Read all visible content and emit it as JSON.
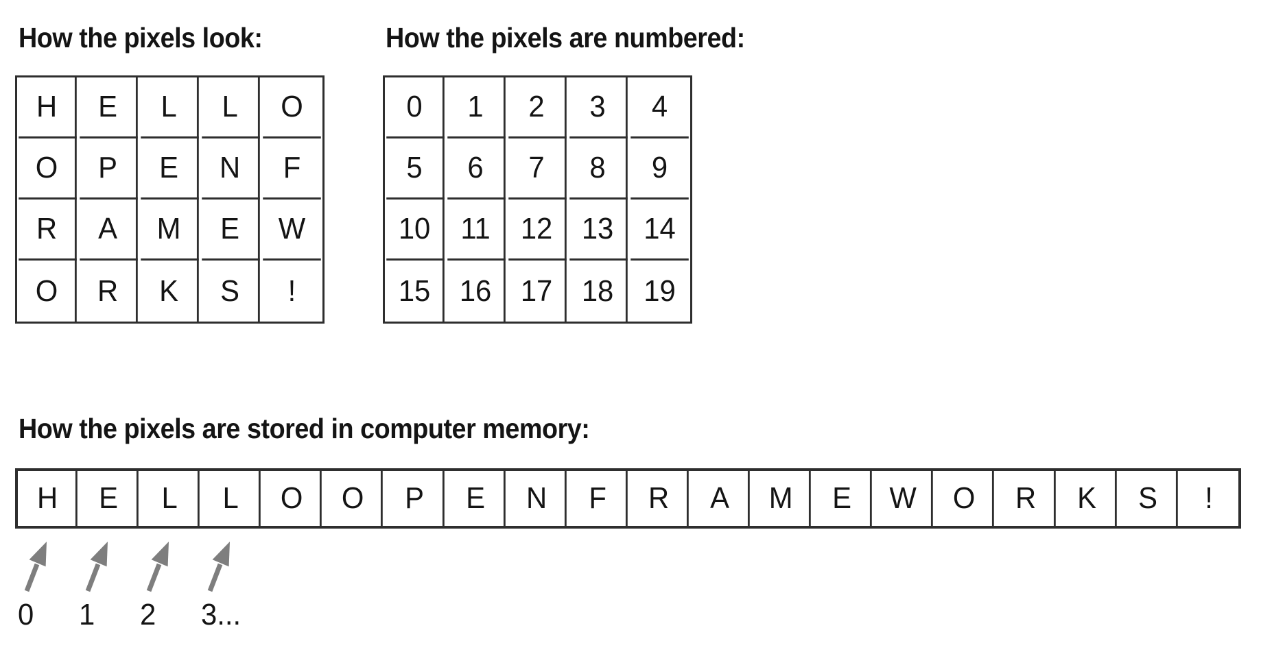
{
  "colors": {
    "background": "#ffffff",
    "text": "#141414",
    "border": "#2e2e2e",
    "arrow": "#7e7e7e"
  },
  "sections": {
    "look": {
      "title": "How the pixels look:",
      "cells": [
        "H",
        "E",
        "L",
        "L",
        "O",
        "O",
        "P",
        "E",
        "N",
        "F",
        "R",
        "A",
        "M",
        "E",
        "W",
        "O",
        "R",
        "K",
        "S",
        "!"
      ]
    },
    "numbered": {
      "title": "How the pixels are numbered:",
      "cells": [
        "0",
        "1",
        "2",
        "3",
        "4",
        "5",
        "6",
        "7",
        "8",
        "9",
        "10",
        "11",
        "12",
        "13",
        "14",
        "15",
        "16",
        "17",
        "18",
        "19"
      ]
    },
    "memory": {
      "title": "How the pixels are stored in computer memory:",
      "cells": [
        "H",
        "E",
        "L",
        "L",
        "O",
        "O",
        "P",
        "E",
        "N",
        "F",
        "R",
        "A",
        "M",
        "E",
        "W",
        "O",
        "R",
        "K",
        "S",
        "!"
      ],
      "index_labels": [
        "0",
        "1",
        "2",
        "3..."
      ]
    }
  }
}
